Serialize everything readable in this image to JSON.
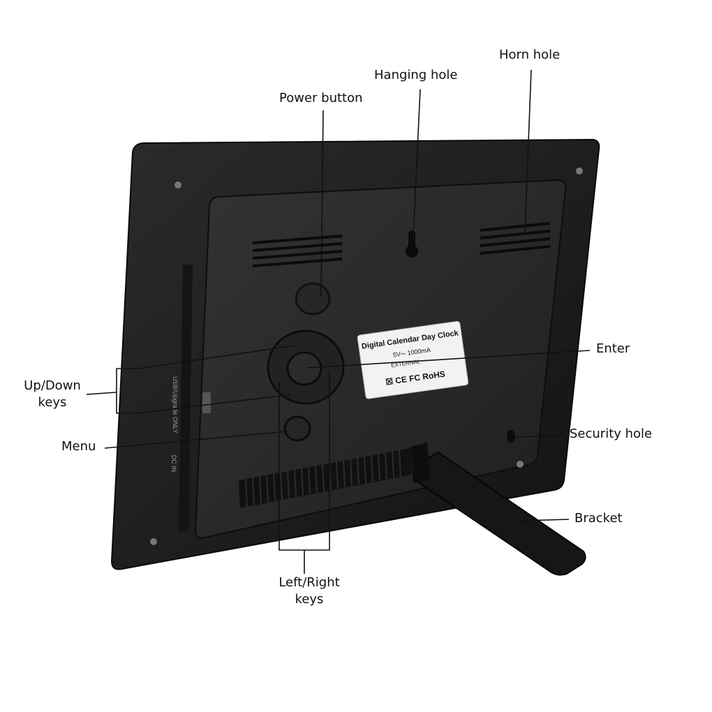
{
  "callouts": {
    "power_button": "Power button",
    "hanging_hole": "Hanging hole",
    "horn_hole": "Horn hole",
    "enter": "Enter",
    "up_down_keys_line1": "Up/Down",
    "up_down_keys_line2": "keys",
    "menu": "Menu",
    "security_hole": "Security hole",
    "bracket": "Bracket",
    "left_right_keys_line1": "Left/Right",
    "left_right_keys_line2": "keys"
  },
  "device": {
    "rating_label": {
      "title": "Digital Calendar Day Clock",
      "power": "5V⎓ 1000mA",
      "external": "EXTERNAL",
      "certifications": "☒ CE FC RoHS"
    },
    "side_port_text": "USB/Upgrade ONLY",
    "dc_in_text": "DC IN"
  },
  "colors": {
    "background": "#ffffff",
    "device_body": "#1c1c1c",
    "device_panel": "#2a2a2a",
    "label_sticker": "#f2f2f2",
    "leader_line": "#111111"
  }
}
